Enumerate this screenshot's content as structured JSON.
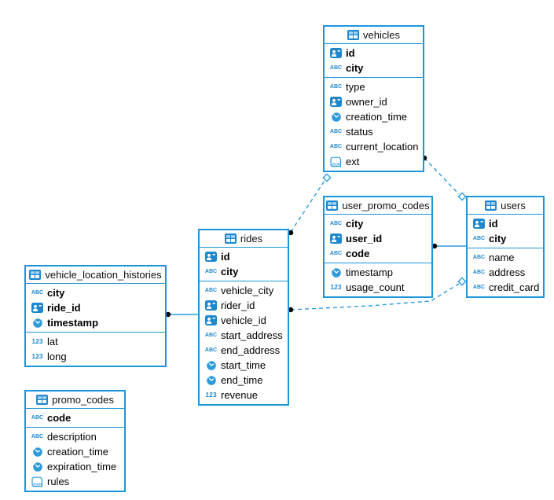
{
  "tables": {
    "vehicles": {
      "title": "vehicles",
      "primary_keys": [
        {
          "name": "id",
          "type": "id"
        },
        {
          "name": "city",
          "type": "text"
        }
      ],
      "columns": [
        {
          "name": "type",
          "type": "text"
        },
        {
          "name": "owner_id",
          "type": "id"
        },
        {
          "name": "creation_time",
          "type": "timestamp"
        },
        {
          "name": "status",
          "type": "text"
        },
        {
          "name": "current_location",
          "type": "text"
        },
        {
          "name": "ext",
          "type": "json"
        }
      ]
    },
    "user_promo_codes": {
      "title": "user_promo_codes",
      "primary_keys": [
        {
          "name": "city",
          "type": "text"
        },
        {
          "name": "user_id",
          "type": "id"
        },
        {
          "name": "code",
          "type": "text"
        }
      ],
      "columns": [
        {
          "name": "timestamp",
          "type": "timestamp"
        },
        {
          "name": "usage_count",
          "type": "number"
        }
      ]
    },
    "users": {
      "title": "users",
      "primary_keys": [
        {
          "name": "id",
          "type": "id"
        },
        {
          "name": "city",
          "type": "text"
        }
      ],
      "columns": [
        {
          "name": "name",
          "type": "text"
        },
        {
          "name": "address",
          "type": "text"
        },
        {
          "name": "credit_card",
          "type": "text"
        }
      ]
    },
    "rides": {
      "title": "rides",
      "primary_keys": [
        {
          "name": "id",
          "type": "id"
        },
        {
          "name": "city",
          "type": "text"
        }
      ],
      "columns": [
        {
          "name": "vehicle_city",
          "type": "text"
        },
        {
          "name": "rider_id",
          "type": "id"
        },
        {
          "name": "vehicle_id",
          "type": "id"
        },
        {
          "name": "start_address",
          "type": "text"
        },
        {
          "name": "end_address",
          "type": "text"
        },
        {
          "name": "start_time",
          "type": "timestamp"
        },
        {
          "name": "end_time",
          "type": "timestamp"
        },
        {
          "name": "revenue",
          "type": "number"
        }
      ]
    },
    "vehicle_location_histories": {
      "title": "vehicle_location_histories",
      "primary_keys": [
        {
          "name": "city",
          "type": "text"
        },
        {
          "name": "ride_id",
          "type": "id"
        },
        {
          "name": "timestamp",
          "type": "timestamp"
        }
      ],
      "columns": [
        {
          "name": "lat",
          "type": "number"
        },
        {
          "name": "long",
          "type": "number"
        }
      ]
    },
    "promo_codes": {
      "title": "promo_codes",
      "primary_keys": [
        {
          "name": "code",
          "type": "text"
        }
      ],
      "columns": [
        {
          "name": "description",
          "type": "text"
        },
        {
          "name": "creation_time",
          "type": "timestamp"
        },
        {
          "name": "expiration_time",
          "type": "timestamp"
        },
        {
          "name": "rules",
          "type": "json"
        }
      ]
    }
  },
  "type_icons": {
    "text": {
      "glyph": "ABC",
      "icon_name": "text-type-icon"
    },
    "number": {
      "glyph": "123",
      "icon_name": "number-type-icon"
    },
    "id": {
      "glyph": "",
      "icon_name": "id-type-icon"
    },
    "timestamp": {
      "glyph": "",
      "icon_name": "timestamp-type-icon"
    },
    "json": {
      "glyph": "JSON",
      "icon_name": "json-type-icon"
    }
  },
  "relationships": [
    {
      "from": "vehicles",
      "to": "users",
      "style": "dashed",
      "source_marker": "dot",
      "target_marker": "diamond"
    },
    {
      "from": "rides",
      "to": "vehicles",
      "style": "dashed",
      "source_marker": "dot",
      "target_marker": "diamond"
    },
    {
      "from": "user_promo_codes",
      "to": "users",
      "style": "solid",
      "source_marker": "dot",
      "target_marker": "none"
    },
    {
      "from": "rides",
      "to": "users",
      "style": "dashed",
      "source_marker": "dot",
      "target_marker": "diamond"
    },
    {
      "from": "vehicle_location_histories",
      "to": "rides",
      "style": "solid",
      "source_marker": "dot",
      "target_marker": "none"
    }
  ],
  "colors": {
    "table_border": "#1b96da",
    "icon_blue": "#1e88cf",
    "icon_light_blue": "#2e9bdb",
    "relationship_line": "#2b9ce2",
    "connector_dot": "#000000",
    "text": "#000000",
    "background": "#ffffff"
  }
}
